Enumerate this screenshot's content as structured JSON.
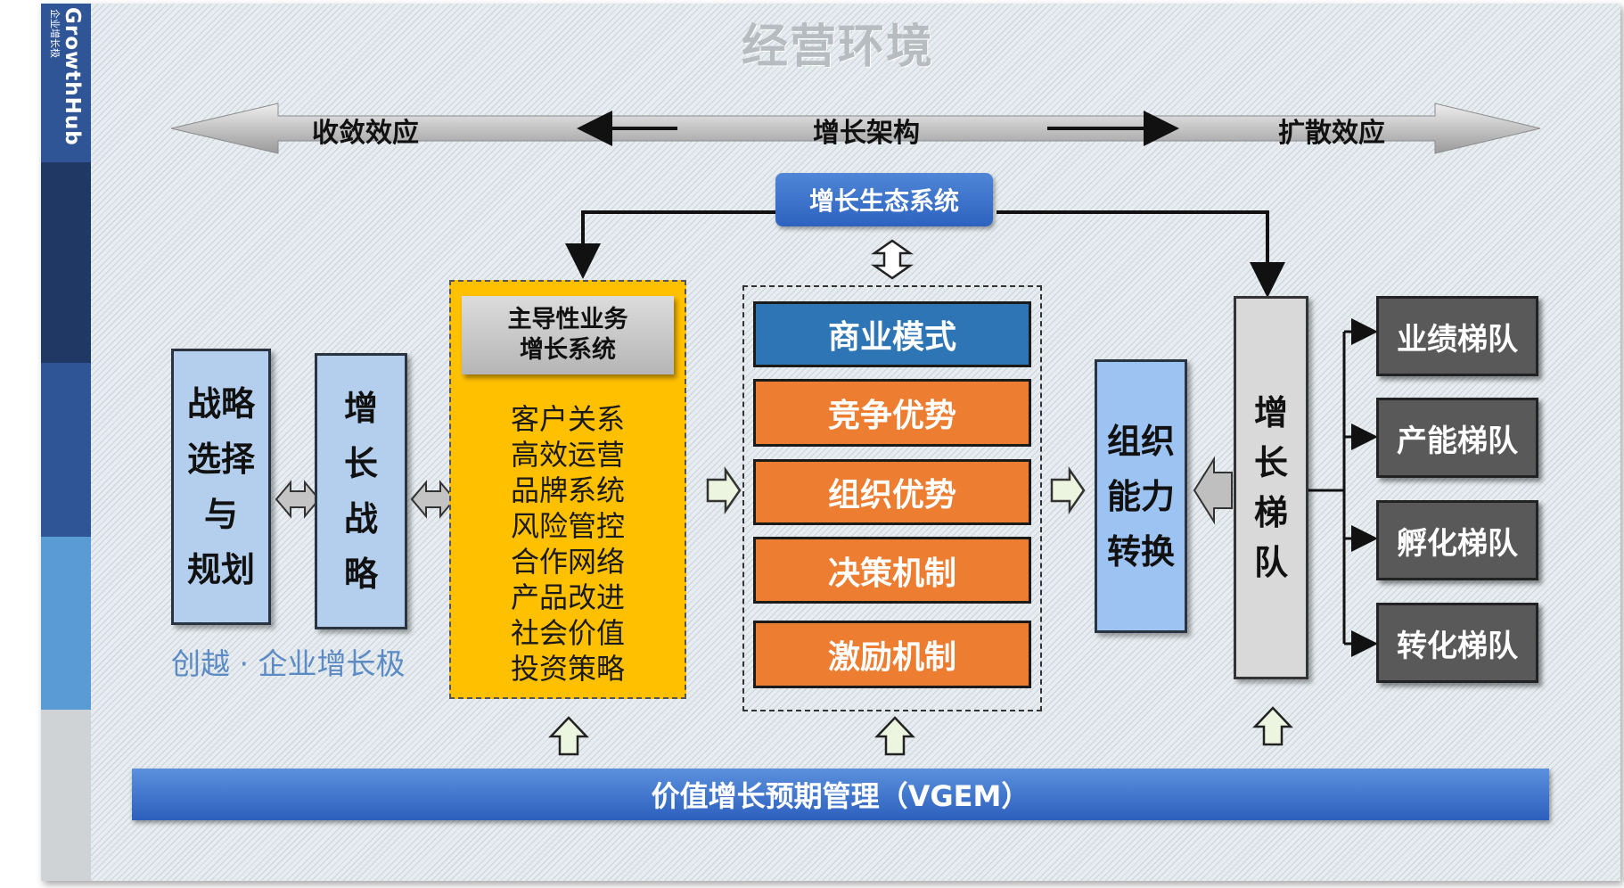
{
  "brand": {
    "name": "GrowthHub",
    "sub": "企业增长极"
  },
  "title": "经营环境",
  "axis": {
    "left": "收敛效应",
    "center": "增长架构",
    "right": "扩散效应"
  },
  "ecosystem": "增长生态系统",
  "strategy_box": [
    "战略",
    "选择",
    "与",
    "规划"
  ],
  "growth_strategy_box": [
    "增",
    "长",
    "战",
    "略"
  ],
  "tagline": "创越 · 企业增长极",
  "main_business": {
    "header": [
      "主导性业务",
      "增长系统"
    ],
    "items": [
      "客户关系",
      "高效运营",
      "品牌系统",
      "风险管控",
      "合作网络",
      "产品改进",
      "社会价值",
      "投资策略"
    ]
  },
  "capabilities": {
    "top": "商业模式",
    "items": [
      "竞争优势",
      "组织优势",
      "决策机制",
      "激励机制"
    ]
  },
  "org_conversion": [
    "组织",
    "能力",
    "转换"
  ],
  "growth_echelon": [
    "增",
    "长",
    "梯",
    "队"
  ],
  "echelons": [
    "业绩梯队",
    "产能梯队",
    "孵化梯队",
    "转化梯队"
  ],
  "vgem": "价值增长预期管理（VGEM）",
  "colors": {
    "side_dark": "#203864",
    "side_mid": "#2f5597",
    "side_light": "#5b9bd5",
    "yellow": "#ffc000",
    "orange": "#ed7d31",
    "blue": "#2e75b6",
    "dark_gray": "#595959"
  }
}
